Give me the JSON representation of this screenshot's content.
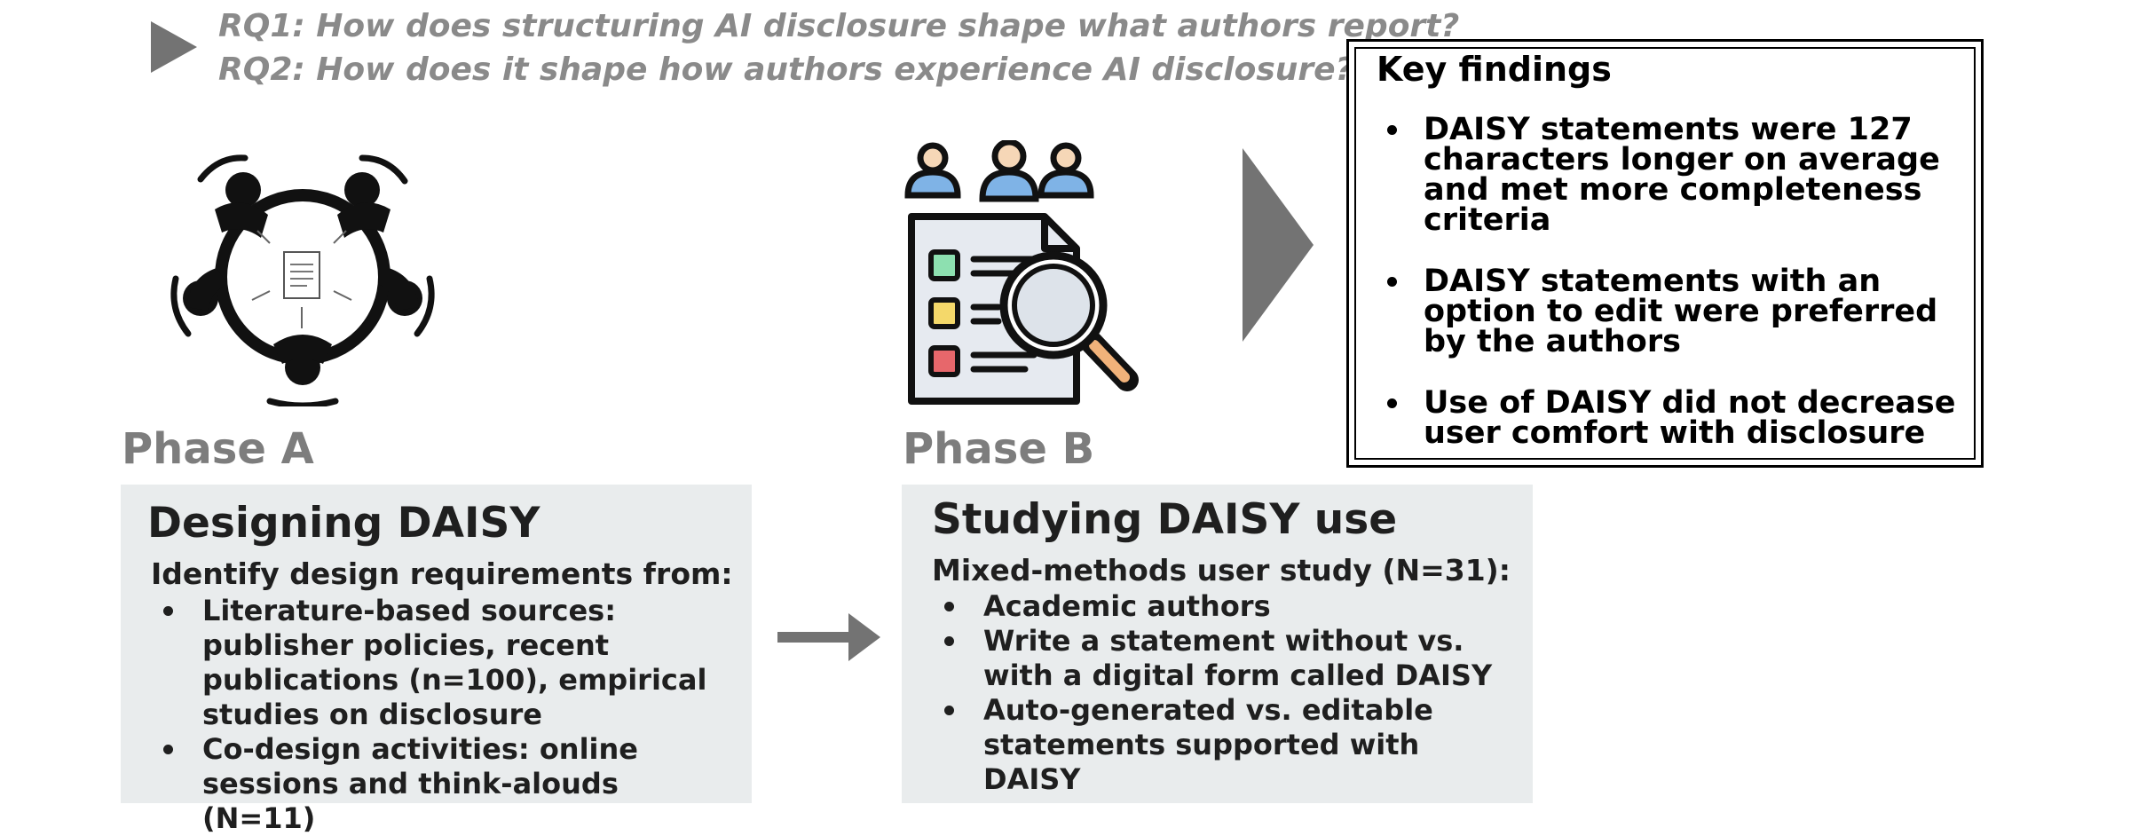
{
  "research_questions": {
    "rq1": "RQ1: How does structuring AI disclosure shape what authors report?",
    "rq2": "RQ2: How does it shape how authors experience AI disclosure?"
  },
  "phase_a": {
    "label": "Phase A",
    "title": "Designing DAISY",
    "intro": "Identify design requirements from:",
    "items": [
      "Literature-based sources: publisher policies, recent publications (n=100), empirical studies on disclosure",
      "Co-design activities: online sessions and think-alouds (N=11)"
    ]
  },
  "phase_b": {
    "label": "Phase B",
    "title": "Studying DAISY use",
    "intro": "Mixed-methods user study (N=31):",
    "items": [
      "Academic authors",
      "Write a statement without vs. with a digital form called DAISY",
      "Auto-generated vs. editable statements supported with DAISY"
    ]
  },
  "key_findings": {
    "title": "Key findings",
    "items": [
      "DAISY statements were  127 characters longer  on average and met more completeness criteria",
      "DAISY statements with an option to edit were preferred by the authors",
      "Use of DAISY did not decrease user comfort with disclosure"
    ]
  },
  "colors": {
    "panel_bg": "#e9eced",
    "arrow_gray": "#737373",
    "phase_label_gray": "#7d7d7d",
    "rq_gray": "#8a8a8a"
  },
  "icons": [
    "play-triangle-icon",
    "collaboration-circle-icon",
    "document-review-icon",
    "right-arrow-icon",
    "large-triangle-icon"
  ]
}
